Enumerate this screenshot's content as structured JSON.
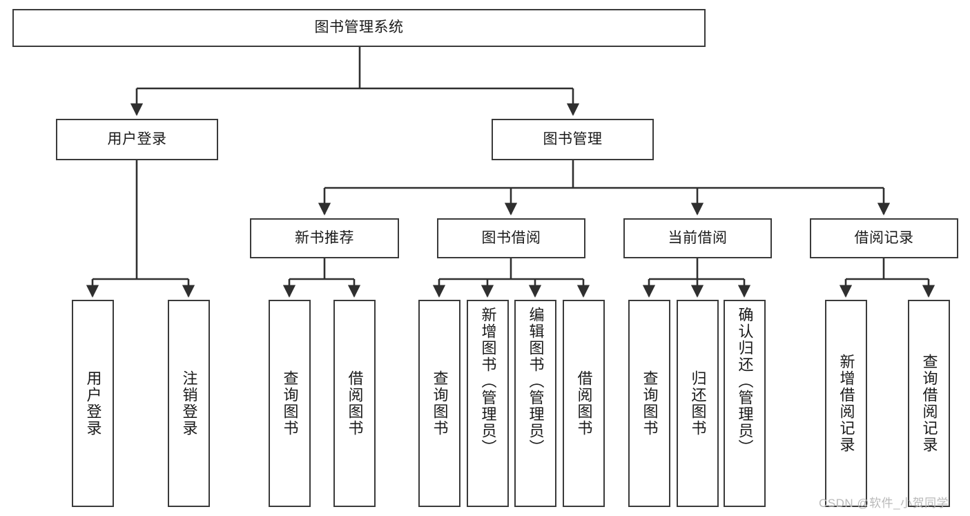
{
  "diagram": {
    "title": "图书管理系统",
    "type": "hierarchy-tree",
    "root": {
      "id": "root",
      "label": "图书管理系统"
    },
    "level1": [
      {
        "id": "user-login",
        "label": "用户登录"
      },
      {
        "id": "book-management",
        "label": "图书管理"
      }
    ],
    "level2": [
      {
        "id": "new-book-recommend",
        "label": "新书推荐",
        "parent": "book-management"
      },
      {
        "id": "book-borrow",
        "label": "图书借阅",
        "parent": "book-management"
      },
      {
        "id": "current-borrow",
        "label": "当前借阅",
        "parent": "book-management"
      },
      {
        "id": "borrow-record",
        "label": "借阅记录",
        "parent": "book-management"
      }
    ],
    "leaves": [
      {
        "id": "leaf-user-login",
        "label": "用户登录",
        "parent": "user-login"
      },
      {
        "id": "leaf-logout-login",
        "label": "注销登录",
        "parent": "user-login"
      },
      {
        "id": "leaf-query-book-1",
        "label": "查询图书",
        "parent": "new-book-recommend"
      },
      {
        "id": "leaf-borrow-book-1",
        "label": "借阅图书",
        "parent": "new-book-recommend"
      },
      {
        "id": "leaf-query-book-2",
        "label": "查询图书",
        "parent": "book-borrow"
      },
      {
        "id": "leaf-add-book",
        "label": "新增图书（管理员）",
        "parent": "book-borrow"
      },
      {
        "id": "leaf-edit-book",
        "label": "编辑图书（管理员）",
        "parent": "book-borrow"
      },
      {
        "id": "leaf-borrow-book-2",
        "label": "借阅图书",
        "parent": "book-borrow"
      },
      {
        "id": "leaf-query-book-3",
        "label": "查询图书",
        "parent": "current-borrow"
      },
      {
        "id": "leaf-return-book",
        "label": "归还图书",
        "parent": "current-borrow"
      },
      {
        "id": "leaf-confirm-return",
        "label": "确认归还（管理员）",
        "parent": "current-borrow"
      },
      {
        "id": "leaf-add-record",
        "label": "新增借阅记录",
        "parent": "borrow-record"
      },
      {
        "id": "leaf-query-record",
        "label": "查询借阅记录",
        "parent": "borrow-record"
      }
    ]
  },
  "watermark": {
    "text": "CSDN @软件_小贺同学"
  },
  "colors": {
    "stroke": "#3a3a3a",
    "background": "#ffffff",
    "text": "#1a1a1a",
    "watermark": "#b9b9b9"
  }
}
